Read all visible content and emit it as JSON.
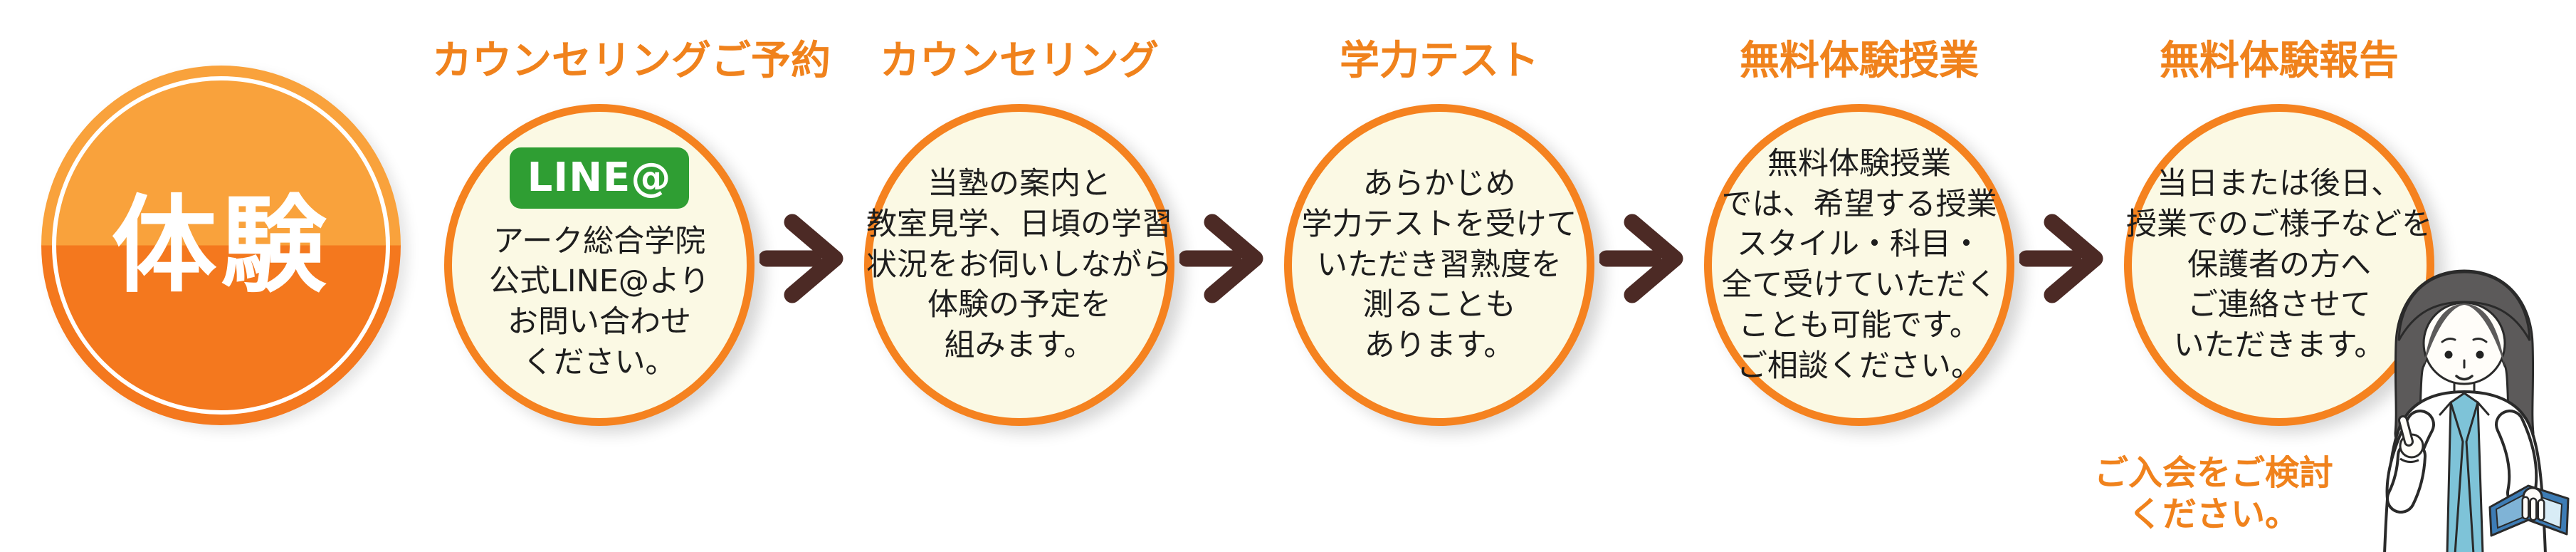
{
  "colors": {
    "accent_orange": "#F0821C",
    "circle_border": "#F5821F",
    "circle_fill": "#FBF9E4",
    "badge_top": "#F9A23C",
    "badge_bottom": "#F4781E",
    "arrow_brown": "#4C2A25",
    "line_green": "#2F9E33",
    "text_black": "#1E1E1E"
  },
  "badge": {
    "label": "体験"
  },
  "steps": [
    {
      "title": "カウンセリングご予約",
      "line_badge": "LINE@",
      "lines": [
        "アーク総合学院",
        "公式LINE@より",
        "お問い合わせ",
        "ください。"
      ]
    },
    {
      "title": "カウンセリング",
      "lines": [
        "当塾の案内と",
        "教室見学、日頃の学習",
        "状況をお伺いしながら",
        "体験の予定を",
        "組みます。"
      ]
    },
    {
      "title": "学力テスト",
      "lines": [
        "あらかじめ",
        "学力テストを受けて",
        "いただき習熟度を",
        "測ることも",
        "あります。"
      ]
    },
    {
      "title": "無料体験授業",
      "lines": [
        "無料体験授業",
        "では、希望する授業",
        "スタイル・科目・",
        "全て受けていただく",
        "ことも可能です。",
        "ご相談ください。"
      ]
    },
    {
      "title": "無料体験報告",
      "lines": [
        "当日または後日、",
        "授業でのご様子などを",
        "保護者の方へ",
        "ご連絡させて",
        "いただきます。"
      ]
    }
  ],
  "caption": {
    "lines": [
      "ご入会をご検討",
      "ください。"
    ]
  },
  "illustration": {
    "name": "teacher-pointing-with-book"
  }
}
